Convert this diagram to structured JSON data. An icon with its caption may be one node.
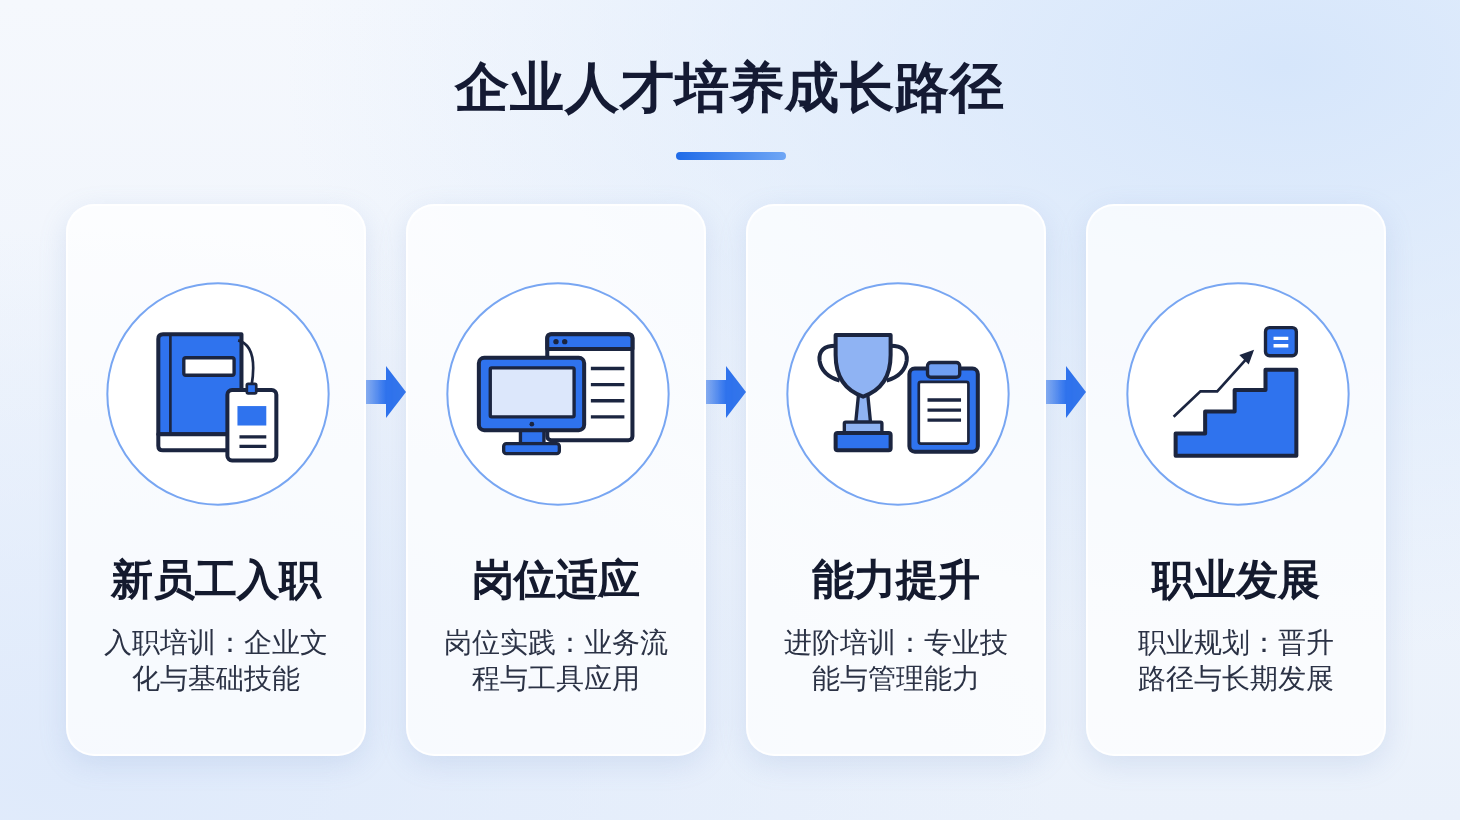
{
  "diagram": {
    "title": "企业人才培养成长路径",
    "nodes": [
      {
        "text": [
          "新员工入职",
          "入职培训：企业文化与基础技能"
        ]
      },
      {
        "text": [
          "岗位适应",
          "岗位实践：业务流程与工具应用"
        ]
      },
      {
        "text": [
          "能力提升",
          "进阶培训：专业技能与管理能力"
        ]
      },
      {
        "text": [
          "职业发展",
          "职业规划：晋升路径与长期发展"
        ]
      }
    ],
    "edges": [
      {
        "from": 0,
        "to": 1,
        "arrow": "to"
      },
      {
        "from": 1,
        "to": 2,
        "arrow": "to"
      },
      {
        "from": 2,
        "to": 3,
        "arrow": "to"
      }
    ]
  }
}
